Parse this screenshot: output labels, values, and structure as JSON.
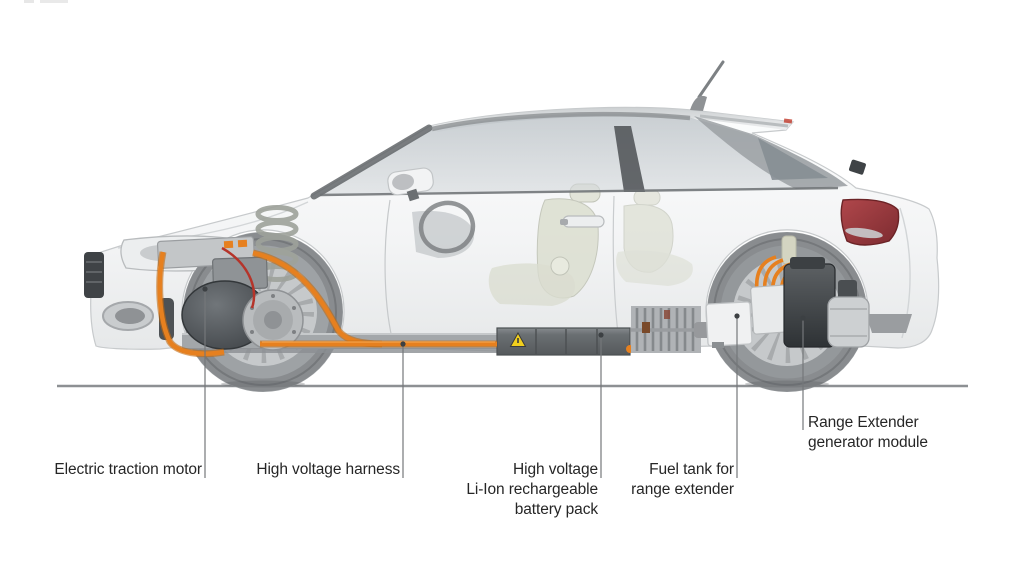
{
  "figure": {
    "type": "vehicle-cutaway-diagram",
    "subject": "Hybrid electric drivetrain cutaway, hatchback side view",
    "colors": {
      "accent_orange": "#e6801f",
      "warning_yellow": "#f2cf1d",
      "battery_gray": "#5c6164",
      "ground_line": "#8d9093",
      "leader_line": "#74777a",
      "label_text": "#262626",
      "taillight_red": "#9a393e"
    },
    "labels": [
      {
        "id": "electric-traction-motor",
        "text": "Electric traction motor"
      },
      {
        "id": "high-voltage-harness",
        "text": "High voltage harness"
      },
      {
        "id": "battery-pack",
        "text": "High voltage\nLi-Ion rechargeable\nbattery pack"
      },
      {
        "id": "fuel-tank",
        "text": "Fuel tank for\nrange extender"
      },
      {
        "id": "range-extender",
        "text": "Range Extender\ngenerator module"
      }
    ]
  }
}
